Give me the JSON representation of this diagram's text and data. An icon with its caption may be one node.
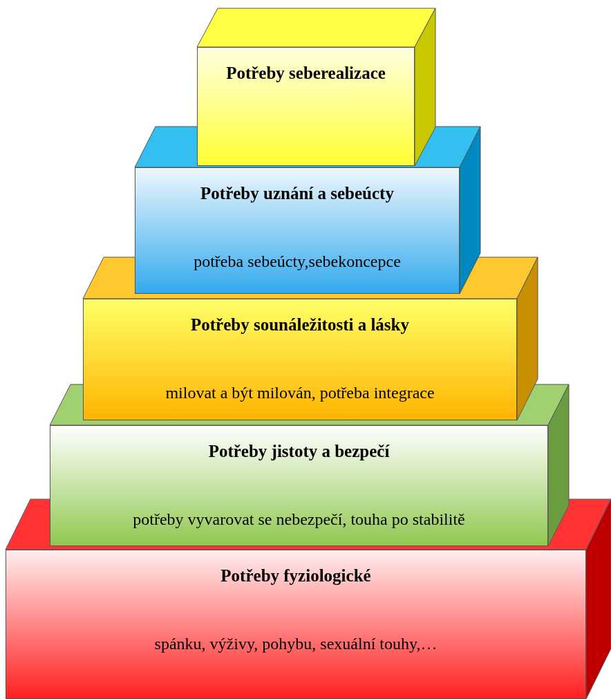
{
  "diagram": {
    "nodes": [
      {
        "text": [
          "Potřeby seberealizace"
        ]
      },
      {
        "text": [
          "Potřeby uznání a sebeúcty",
          "potřeba sebeúcty,sebekoncepce"
        ]
      },
      {
        "text": [
          "Potřeby sounáležitosti a lásky",
          "milovat a být milován, potřeba integrace"
        ]
      },
      {
        "text": [
          "Potřeby jistoty a bezpečí",
          "potřeby vyvarovat se nebezpečí, touha po stabilitě"
        ]
      },
      {
        "text": [
          "Potřeby fyziologické",
          "spánku, výživy, pohybu, sexuální touhy,…"
        ]
      }
    ]
  }
}
